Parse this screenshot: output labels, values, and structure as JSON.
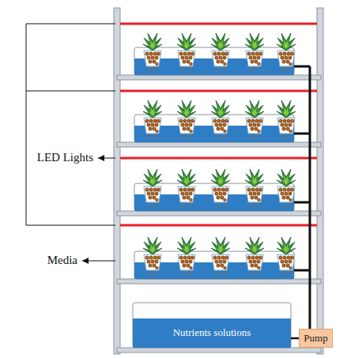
{
  "diagram": {
    "nodes": [
      {
        "text": [
          "Nutrients solutions"
        ]
      },
      {
        "text": [
          "Pump"
        ]
      }
    ],
    "edges": [
      {
        "from": 0,
        "to": 1,
        "arrow": "none"
      }
    ],
    "labels": [
      "LED Lights",
      "Media"
    ]
  }
}
